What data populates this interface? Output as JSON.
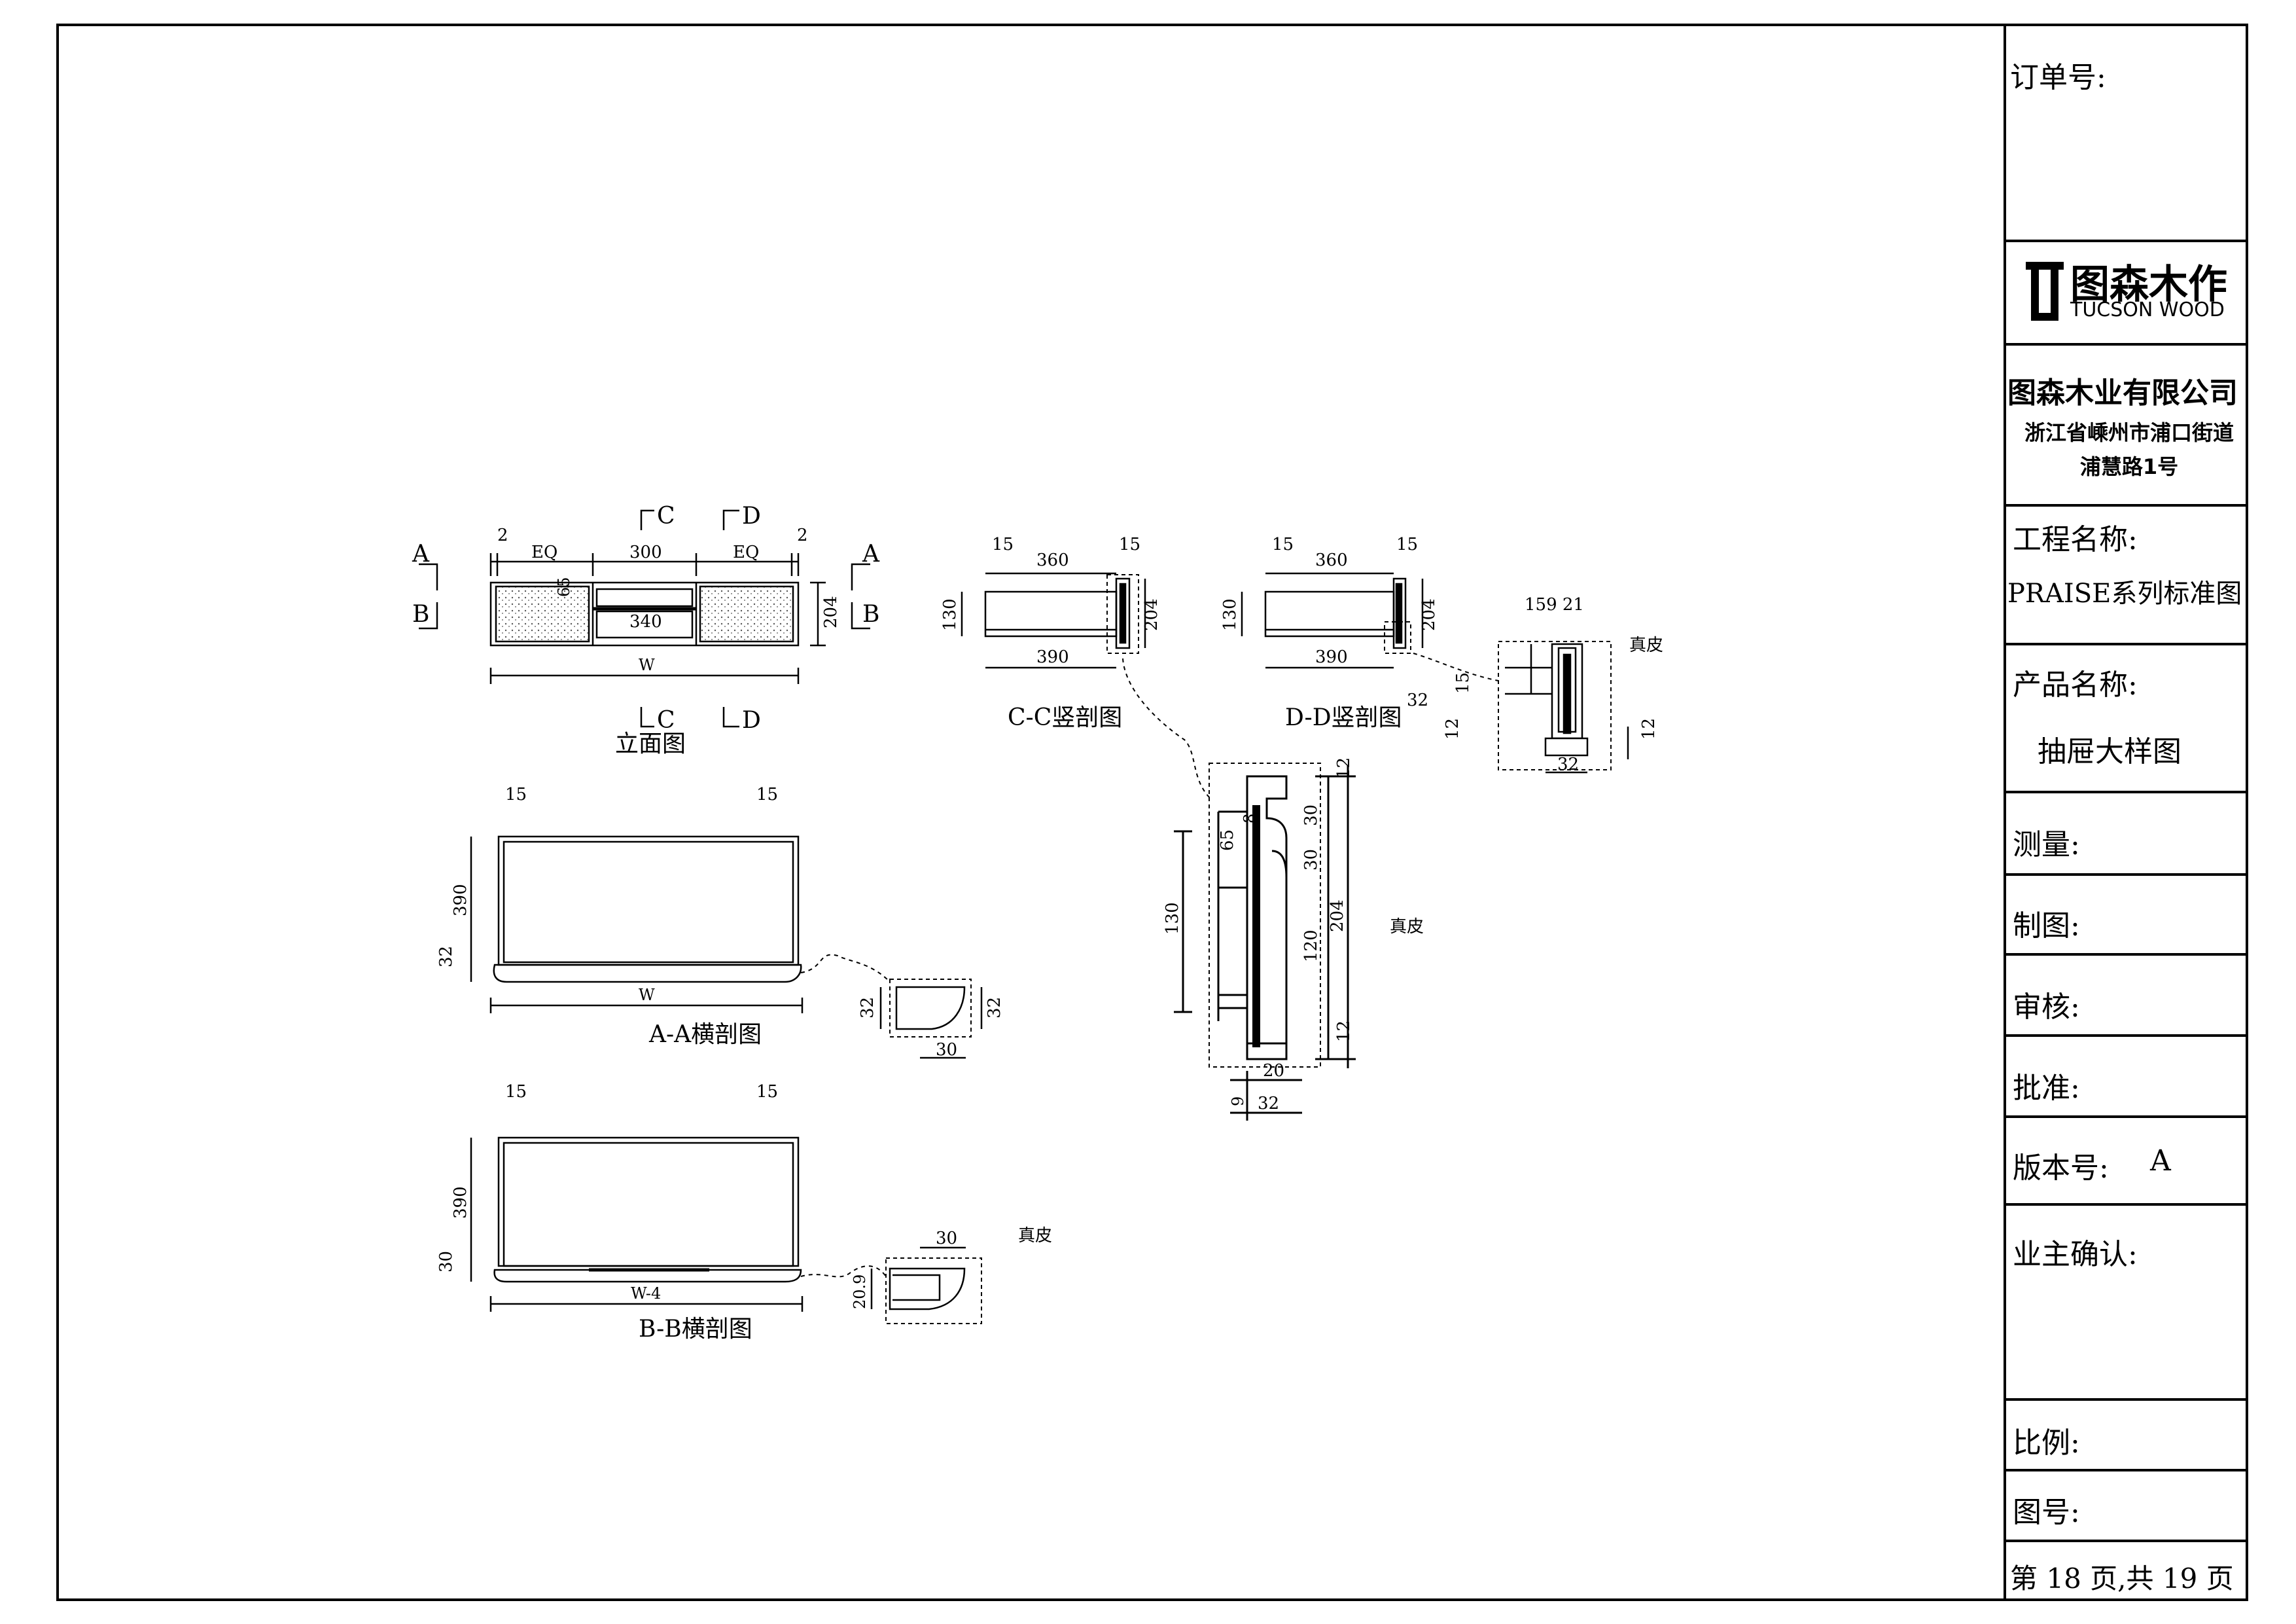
{
  "drawing": {
    "elevation": {
      "caption": "立面图",
      "labels": {
        "a": "A",
        "b": "B",
        "c": "C",
        "d": "D",
        "eq": "EQ",
        "d300": "300",
        "d2": "2",
        "d65": "65",
        "d340": "340",
        "d204": "204",
        "w": "W"
      }
    },
    "section_cc": {
      "caption": "C-C竖剖图",
      "labels": {
        "d15": "15",
        "d360": "360",
        "d130": "130",
        "d204": "204",
        "d390": "390"
      }
    },
    "section_dd": {
      "caption": "D-D竖剖图",
      "labels": {
        "d15": "15",
        "d360": "360",
        "d130": "130",
        "d204": "204",
        "d390": "390",
        "d32": "32",
        "d12": "12"
      }
    },
    "detail_dd": {
      "labels": {
        "top": "159 21",
        "leather": "真皮",
        "d15": "15",
        "d12": "12",
        "d32": "32"
      }
    },
    "section_aa": {
      "caption": "A-A横剖图",
      "labels": {
        "d15": "15",
        "d390": "390",
        "d32": "32",
        "w": "W",
        "d30": "30"
      }
    },
    "section_bb": {
      "caption": "B-B横剖图",
      "labels": {
        "d15": "15",
        "d390": "390",
        "d30": "30",
        "w4": "W-4",
        "leather": "真皮",
        "d209": "20.9"
      }
    },
    "detail_cc": {
      "labels": {
        "d12": "12",
        "d30": "30",
        "d65": "65",
        "d8": "8",
        "d130": "130",
        "d204": "204",
        "d120": "120",
        "d20": "20",
        "d9": "9",
        "d32": "32",
        "leather": "真皮"
      }
    }
  },
  "title_block": {
    "order_no": "订单号:",
    "logo": {
      "cn": "图森木作",
      "en": "TUCSON WOOD",
      "mark_icon": "tucson-logo-mark"
    },
    "company": "图森木业有限公司",
    "address_line1": "浙江省嵊州市浦口街道",
    "address_line2": "浦慧路1号",
    "project_label": "工程名称:",
    "project_value": "PRAISE系列标准图",
    "product_label": "产品名称:",
    "product_value": "抽屉大样图",
    "measure": "测量:",
    "drawn": "制图:",
    "check": "审核:",
    "approve": "批准:",
    "version_label": "版本号:",
    "version_value": "A",
    "owner_confirm": "业主确认:",
    "scale": "比例:",
    "drawing_no": "图号:",
    "page": "第 18 页,共 19 页"
  }
}
